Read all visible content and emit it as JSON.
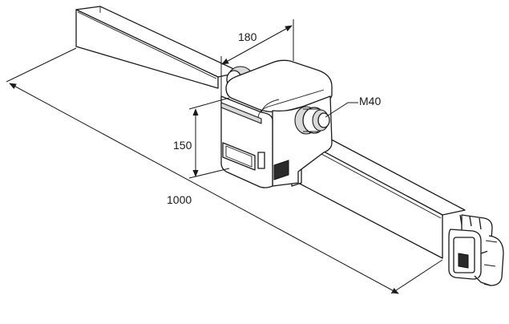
{
  "dimensions": {
    "width_label": "180",
    "height_label": "150",
    "length_label": "1000",
    "gland_label": "M40"
  }
}
